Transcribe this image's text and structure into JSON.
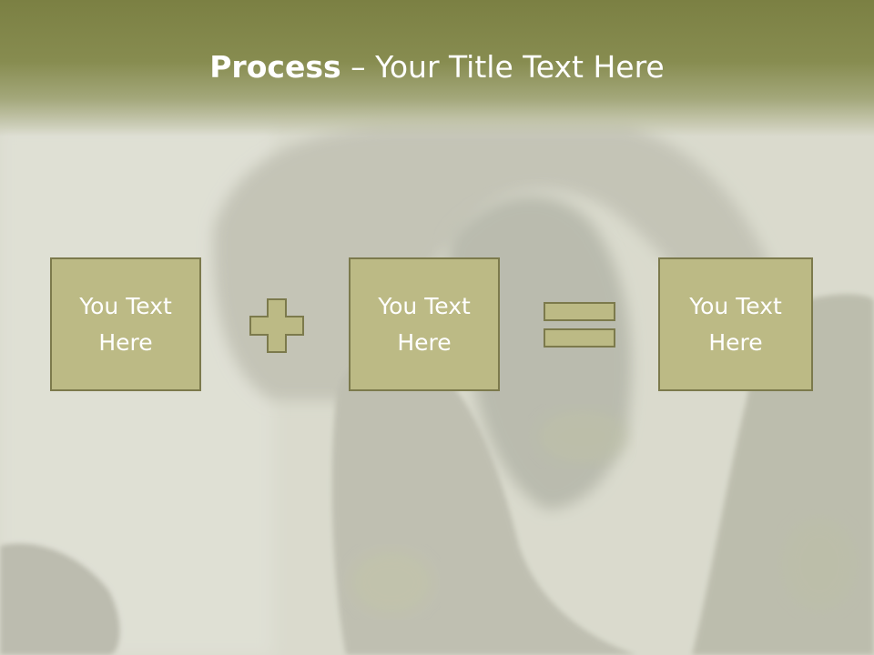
{
  "slide": {
    "title_bold": "Process",
    "title_rest": " – Your Title Text Here",
    "boxes": [
      {
        "text": "You Text Here"
      },
      {
        "text": "You Text Here"
      },
      {
        "text": "You Text Here"
      }
    ]
  },
  "icons": {
    "operator_1": "plus-icon",
    "operator_2": "equals-icon"
  },
  "colors": {
    "header": "#7b8043",
    "box_fill": "#bcba85",
    "box_border": "#7c7a4c",
    "text": "#ffffff"
  }
}
